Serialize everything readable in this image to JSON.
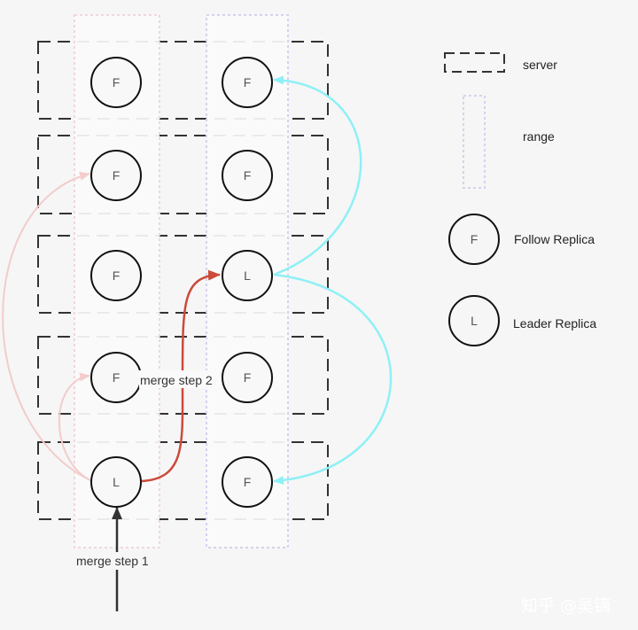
{
  "diagram": {
    "columns": [
      {
        "id": "left-range",
        "nodes": [
          "F",
          "F",
          "F",
          "F",
          "L"
        ]
      },
      {
        "id": "right-range",
        "nodes": [
          "F",
          "F",
          "L",
          "F",
          "F"
        ]
      }
    ],
    "labels": {
      "merge_step_1": "merge step 1",
      "merge_step_2": "merge step 2"
    },
    "colors": {
      "server_border": "#333333",
      "left_range_border": "#f1d6dc",
      "right_range_border": "#d3d3f0",
      "node_stroke": "#111111",
      "left_replication_arrow": "#f3cccc",
      "right_replication_arrow": "#8ef0f6",
      "merge_step_2_arrow": "#cc4a3a",
      "merge_step_1_arrow": "#333333"
    }
  },
  "legend": {
    "server": "server",
    "range": "range",
    "follow_symbol": "F",
    "follow": "Follow Replica",
    "leader_symbol": "L",
    "leader": "Leader Replica"
  },
  "watermark": "知乎 @吴镝"
}
